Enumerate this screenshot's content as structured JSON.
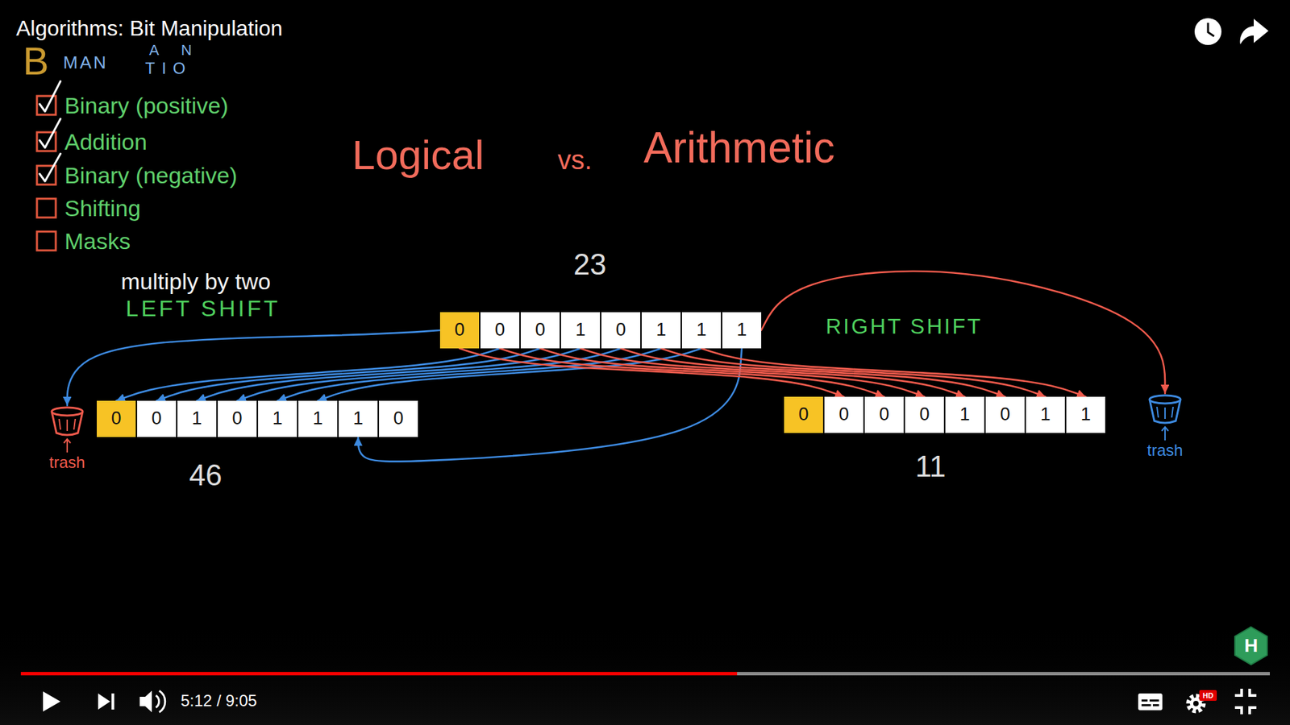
{
  "diagram": {
    "title": "Algorithms: Bit Manipulation",
    "nodes": [
      {
        "text": [
          "0"
        ]
      },
      {
        "text": [
          "0"
        ]
      },
      {
        "text": [
          "0"
        ]
      },
      {
        "text": [
          "1"
        ]
      },
      {
        "text": [
          "0"
        ]
      },
      {
        "text": [
          "1"
        ]
      },
      {
        "text": [
          "1"
        ]
      },
      {
        "text": [
          "1"
        ]
      },
      {
        "text": [
          "trash"
        ]
      },
      {
        "text": [
          "0"
        ]
      },
      {
        "text": [
          "0"
        ]
      },
      {
        "text": [
          "1"
        ]
      },
      {
        "text": [
          "0"
        ]
      },
      {
        "text": [
          "1"
        ]
      },
      {
        "text": [
          "1"
        ]
      },
      {
        "text": [
          "1"
        ]
      },
      {
        "text": [
          "0"
        ]
      },
      {
        "text": [
          "0"
        ]
      },
      {
        "text": [
          "0"
        ]
      },
      {
        "text": [
          "0"
        ]
      },
      {
        "text": [
          "0"
        ]
      },
      {
        "text": [
          "1"
        ]
      },
      {
        "text": [
          "0"
        ]
      },
      {
        "text": [
          "1"
        ]
      },
      {
        "text": [
          "1"
        ]
      },
      {
        "text": [
          "trash"
        ]
      }
    ],
    "edges": [
      {
        "from": 0,
        "to": 8,
        "arrow": "to"
      },
      {
        "from": 1,
        "to": 9,
        "arrow": "to"
      },
      {
        "from": 2,
        "to": 10,
        "arrow": "to"
      },
      {
        "from": 3,
        "to": 11,
        "arrow": "to"
      },
      {
        "from": 4,
        "to": 12,
        "arrow": "to"
      },
      {
        "from": 5,
        "to": 13,
        "arrow": "to"
      },
      {
        "from": 6,
        "to": 14,
        "arrow": "to"
      },
      {
        "from": 7,
        "to": 15,
        "arrow": "to"
      },
      {
        "from": 0,
        "to": 18,
        "arrow": "to"
      },
      {
        "from": 1,
        "to": 19,
        "arrow": "to"
      },
      {
        "from": 2,
        "to": 20,
        "arrow": "to"
      },
      {
        "from": 3,
        "to": 21,
        "arrow": "to"
      },
      {
        "from": 4,
        "to": 22,
        "arrow": "to"
      },
      {
        "from": 5,
        "to": 23,
        "arrow": "to"
      },
      {
        "from": 6,
        "to": 24,
        "arrow": "to"
      },
      {
        "from": 7,
        "to": 25,
        "arrow": "to"
      }
    ],
    "labels": [
      "B",
      "MAN",
      "A N",
      "TIO",
      "Binary (positive)",
      "Addition",
      "Binary (negative)",
      "Shifting",
      "Masks",
      "Logical",
      "vs.",
      "Arithmetic",
      "23",
      "multiply by two",
      "LEFT SHIFT",
      "RIGHT SHIFT",
      "46",
      "11",
      "5:12 / 9:05",
      "HD",
      "H"
    ]
  }
}
